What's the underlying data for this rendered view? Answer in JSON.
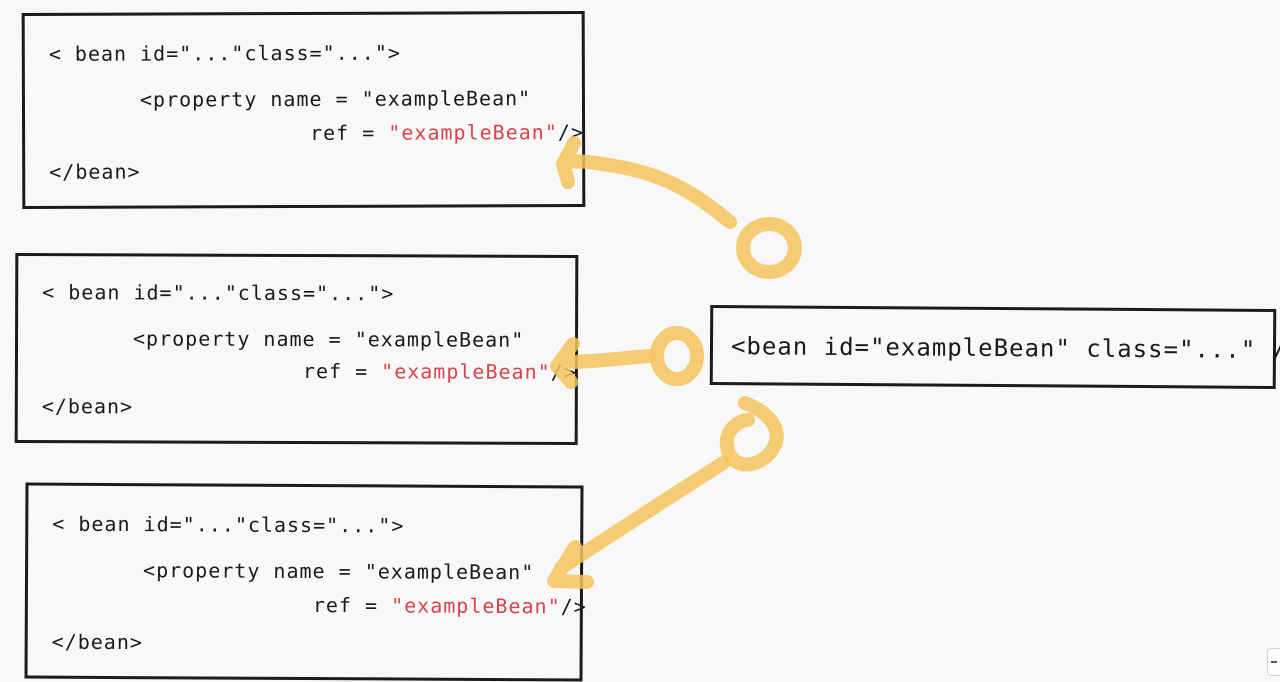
{
  "colors": {
    "ink": "#1a1a1a",
    "ref_text": "#d9434b",
    "arrow": "#f5c35c"
  },
  "left_boxes": [
    {
      "open_tag": "< bean id=\"...\"class=\"...\">",
      "property_tag": "<property name = \"exampleBean\"",
      "ref_label": "ref = ",
      "ref_value": "\"exampleBean\"",
      "ref_tail": "/>",
      "close_tag": "</bean>"
    },
    {
      "open_tag": "< bean id=\"...\"class=\"...\">",
      "property_tag": "<property name = \"exampleBean\"",
      "ref_label": "ref = ",
      "ref_value": "\"exampleBean\"",
      "ref_tail": "/>",
      "close_tag": "</bean>"
    },
    {
      "open_tag": "< bean id=\"...\"class=\"...\">",
      "property_tag": "<property name = \"exampleBean\"",
      "ref_label": "ref = ",
      "ref_value": "\"exampleBean\"",
      "ref_tail": "/>",
      "close_tag": "</bean>"
    }
  ],
  "right_box": {
    "text": "<bean id=\"exampleBean\" class=\"...\" />"
  }
}
